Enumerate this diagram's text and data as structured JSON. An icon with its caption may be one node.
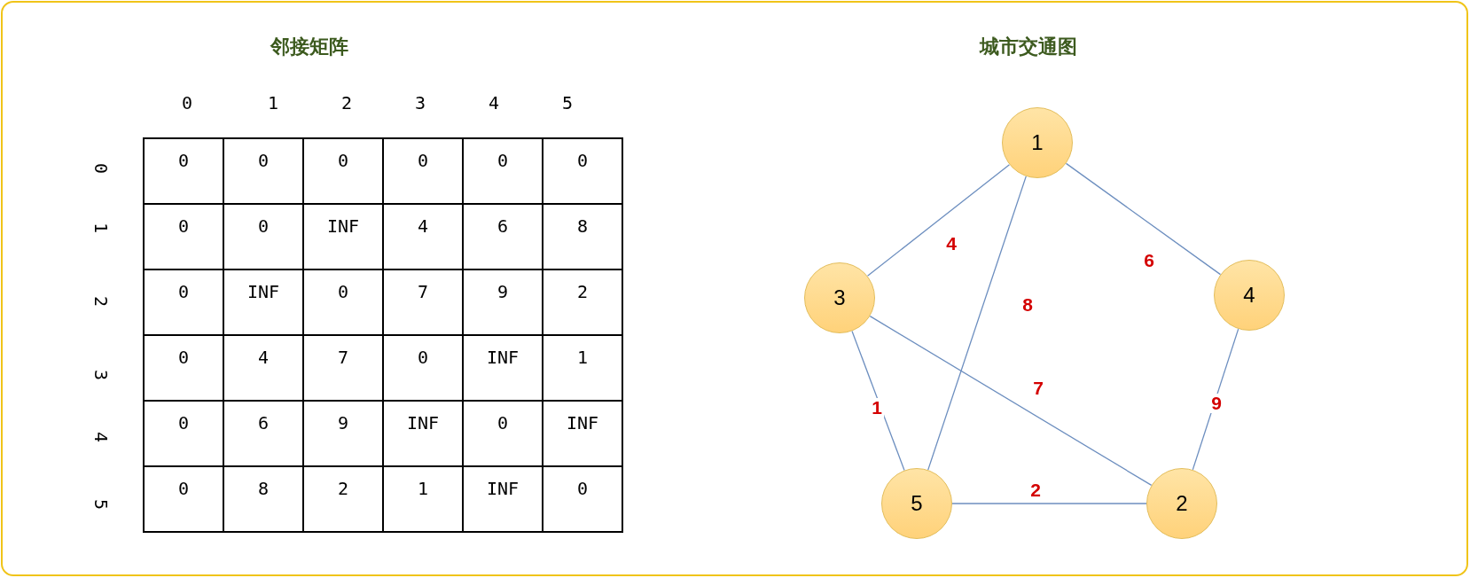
{
  "diagram": {
    "nodes": [
      {
        "text": [
          "1"
        ]
      },
      {
        "text": [
          "3"
        ]
      },
      {
        "text": [
          "4"
        ]
      },
      {
        "text": [
          "5"
        ]
      },
      {
        "text": [
          "2"
        ]
      }
    ],
    "edges": [
      {
        "from": 0,
        "to": 1,
        "arrow": "none",
        "label": "4"
      },
      {
        "from": 0,
        "to": 2,
        "arrow": "none",
        "label": "6"
      },
      {
        "from": 0,
        "to": 3,
        "arrow": "none",
        "label": "8"
      },
      {
        "from": 1,
        "to": 3,
        "arrow": "none",
        "label": "1"
      },
      {
        "from": 1,
        "to": 4,
        "arrow": "none",
        "label": "7"
      },
      {
        "from": 2,
        "to": 4,
        "arrow": "none",
        "label": "9"
      },
      {
        "from": 3,
        "to": 4,
        "arrow": "none",
        "label": "2"
      }
    ],
    "labels": [
      "邻接矩阵",
      "城市交通图",
      "0",
      "1",
      "2",
      "3",
      "4",
      "5",
      "0",
      "0",
      "0",
      "0",
      "0",
      "0",
      "0",
      "1",
      "0",
      "0",
      "INF",
      "4",
      "6",
      "8",
      "2",
      "0",
      "INF",
      "0",
      "7",
      "9",
      "2",
      "3",
      "0",
      "4",
      "7",
      "0",
      "INF",
      "1",
      "4",
      "0",
      "6",
      "9",
      "INF",
      "0",
      "INF",
      "5",
      "0",
      "8",
      "2",
      "1",
      "INF",
      "0"
    ]
  }
}
